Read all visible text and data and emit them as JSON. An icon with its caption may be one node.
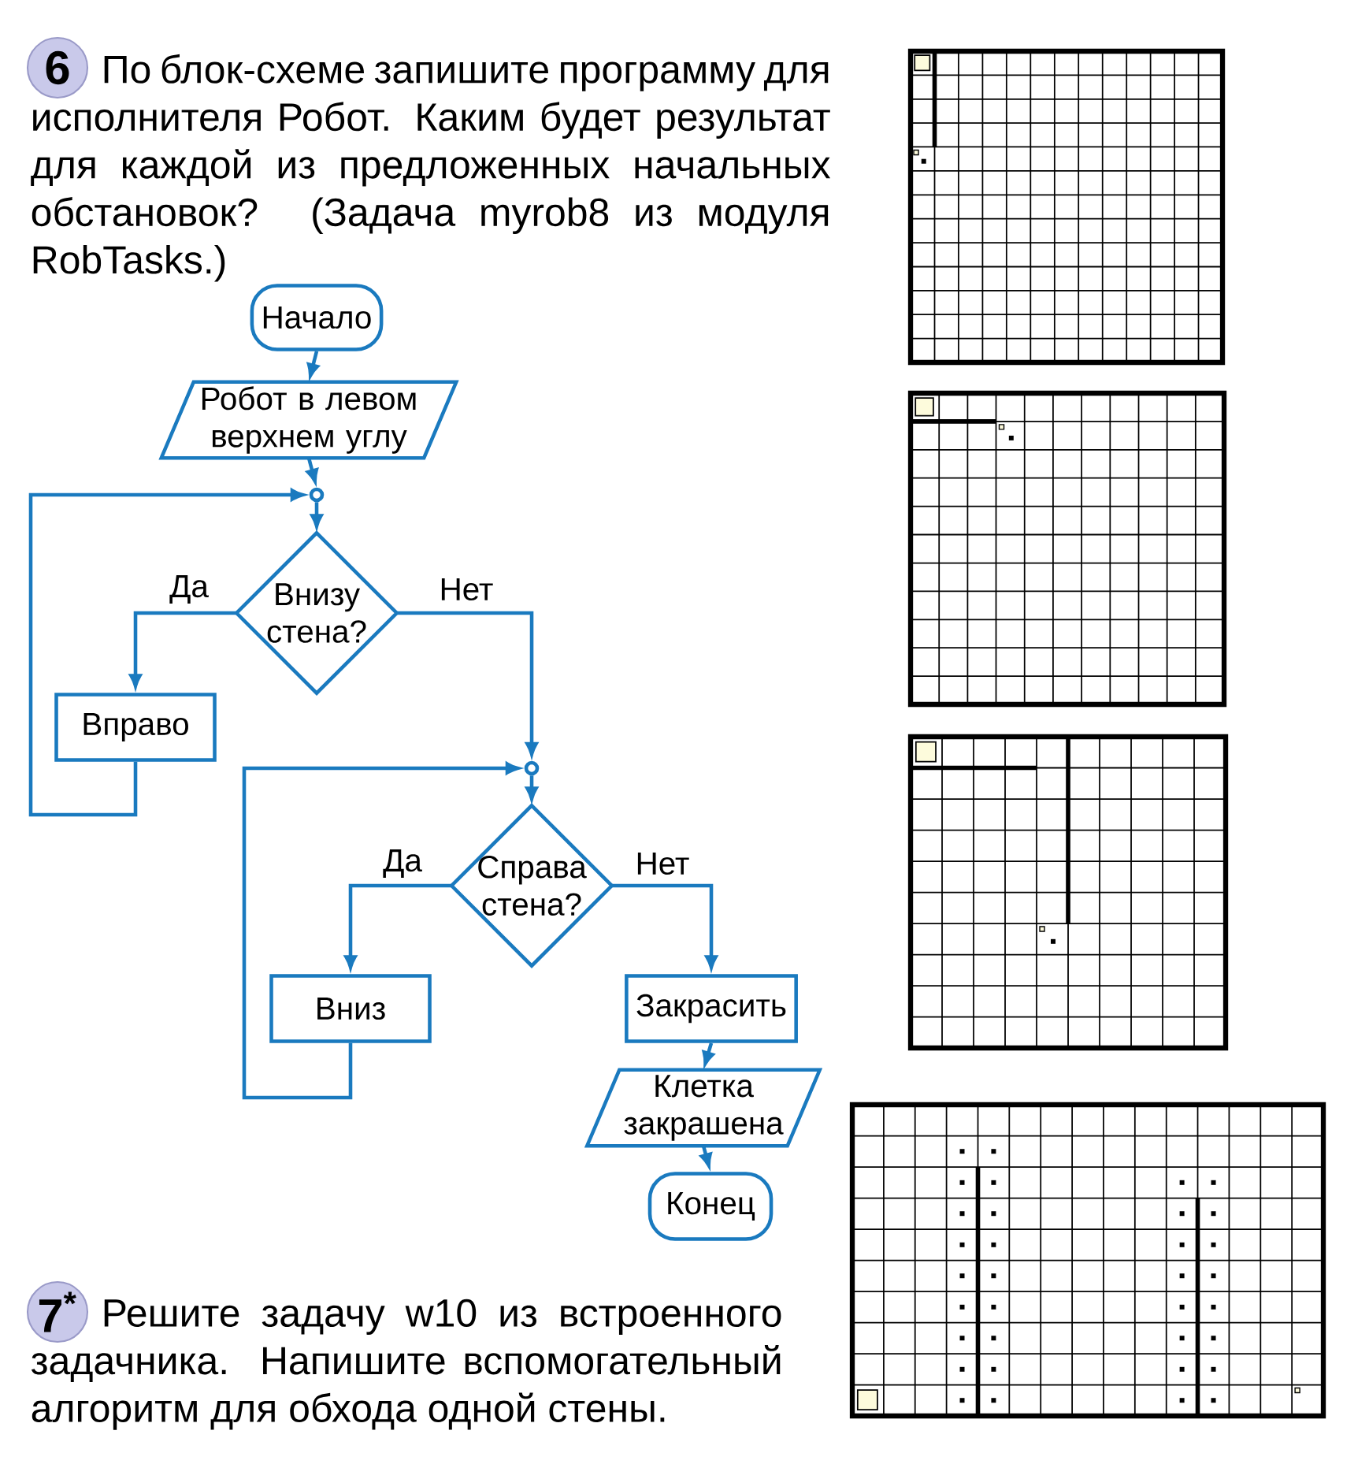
{
  "diagram": {
    "nodes": [
      {
        "text": [
          "Начало"
        ]
      },
      {
        "text": [
          "Робот в левом верхнем углу"
        ]
      },
      {
        "text": [],
        "shape": "circle"
      },
      {
        "text": [
          "Внизу стена?"
        ]
      },
      {
        "text": [
          "Вправо"
        ]
      },
      {
        "text": [],
        "shape": "circle"
      },
      {
        "text": [
          "Справа стена?"
        ]
      },
      {
        "text": [
          "Вниз"
        ]
      },
      {
        "text": [
          "Закрасить"
        ]
      },
      {
        "text": [
          "Клетка закрашена"
        ]
      },
      {
        "text": [
          "Конец"
        ]
      }
    ],
    "edges": [
      {
        "from": 0,
        "to": 1,
        "arrow": "to"
      },
      {
        "from": 1,
        "to": 2,
        "arrow": "to"
      },
      {
        "from": 2,
        "to": 3,
        "arrow": "to"
      },
      {
        "from": 3,
        "to": 4,
        "arrow": "to",
        "label": "Да"
      },
      {
        "from": 3,
        "to": 5,
        "arrow": "to",
        "label": "Нет"
      },
      {
        "from": 4,
        "to": 2,
        "arrow": "to"
      },
      {
        "from": 5,
        "to": 6,
        "arrow": "to"
      },
      {
        "from": 6,
        "to": 7,
        "arrow": "to",
        "label": "Да"
      },
      {
        "from": 6,
        "to": 8,
        "arrow": "to",
        "label": "Нет"
      },
      {
        "from": 7,
        "to": 5,
        "arrow": "to"
      },
      {
        "from": 8,
        "to": 9,
        "arrow": "to"
      },
      {
        "from": 9,
        "to": 10,
        "arrow": "to"
      }
    ],
    "labels": [
      "6",
      "По блок-схеме запишите программу для исполнителя Робот. Каким будет результат для каждой из предложенных начальных обстановок? (Задача myrob8 из модуля RobTasks.)",
      "7$^{*}$",
      "Решите задачу w10 из встроенного задачника. Напишите вспомогательный алгоритм для обхода одной стены."
    ]
  }
}
